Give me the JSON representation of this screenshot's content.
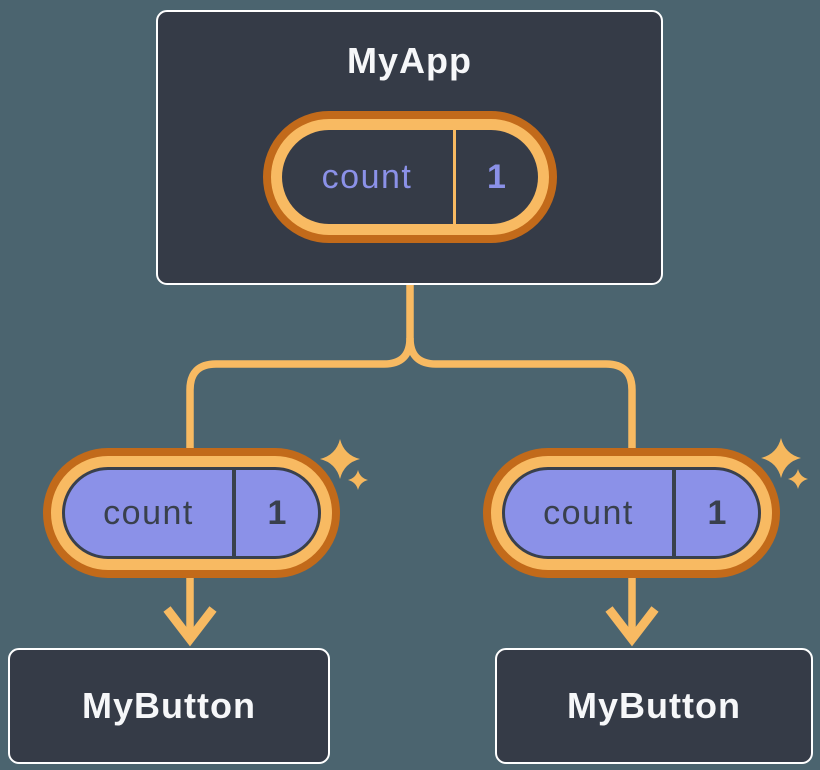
{
  "diagram": {
    "background": "#4B646F",
    "root_card": {
      "title": "MyApp",
      "state_pill": {
        "label": "count",
        "value": "1"
      }
    },
    "prop_pills": [
      {
        "label": "count",
        "value": "1"
      },
      {
        "label": "count",
        "value": "1"
      }
    ],
    "child_cards": [
      {
        "title": "MyButton"
      },
      {
        "title": "MyButton"
      }
    ],
    "colors": {
      "background": "#4B646F",
      "card_background": "#353B47",
      "card_border": "#FFFFFF",
      "card_text": "#F6F7F9",
      "pill_ring_outer": "#C26A1A",
      "pill_ring_inner": "#F8BA62",
      "connector_line": "#F8BA62",
      "sparkle": "#F6B85E",
      "pill_fill_purple": "#8B91E8",
      "pill_text_purple": "#8B91E8",
      "pill_text_dark": "#39404C"
    }
  }
}
